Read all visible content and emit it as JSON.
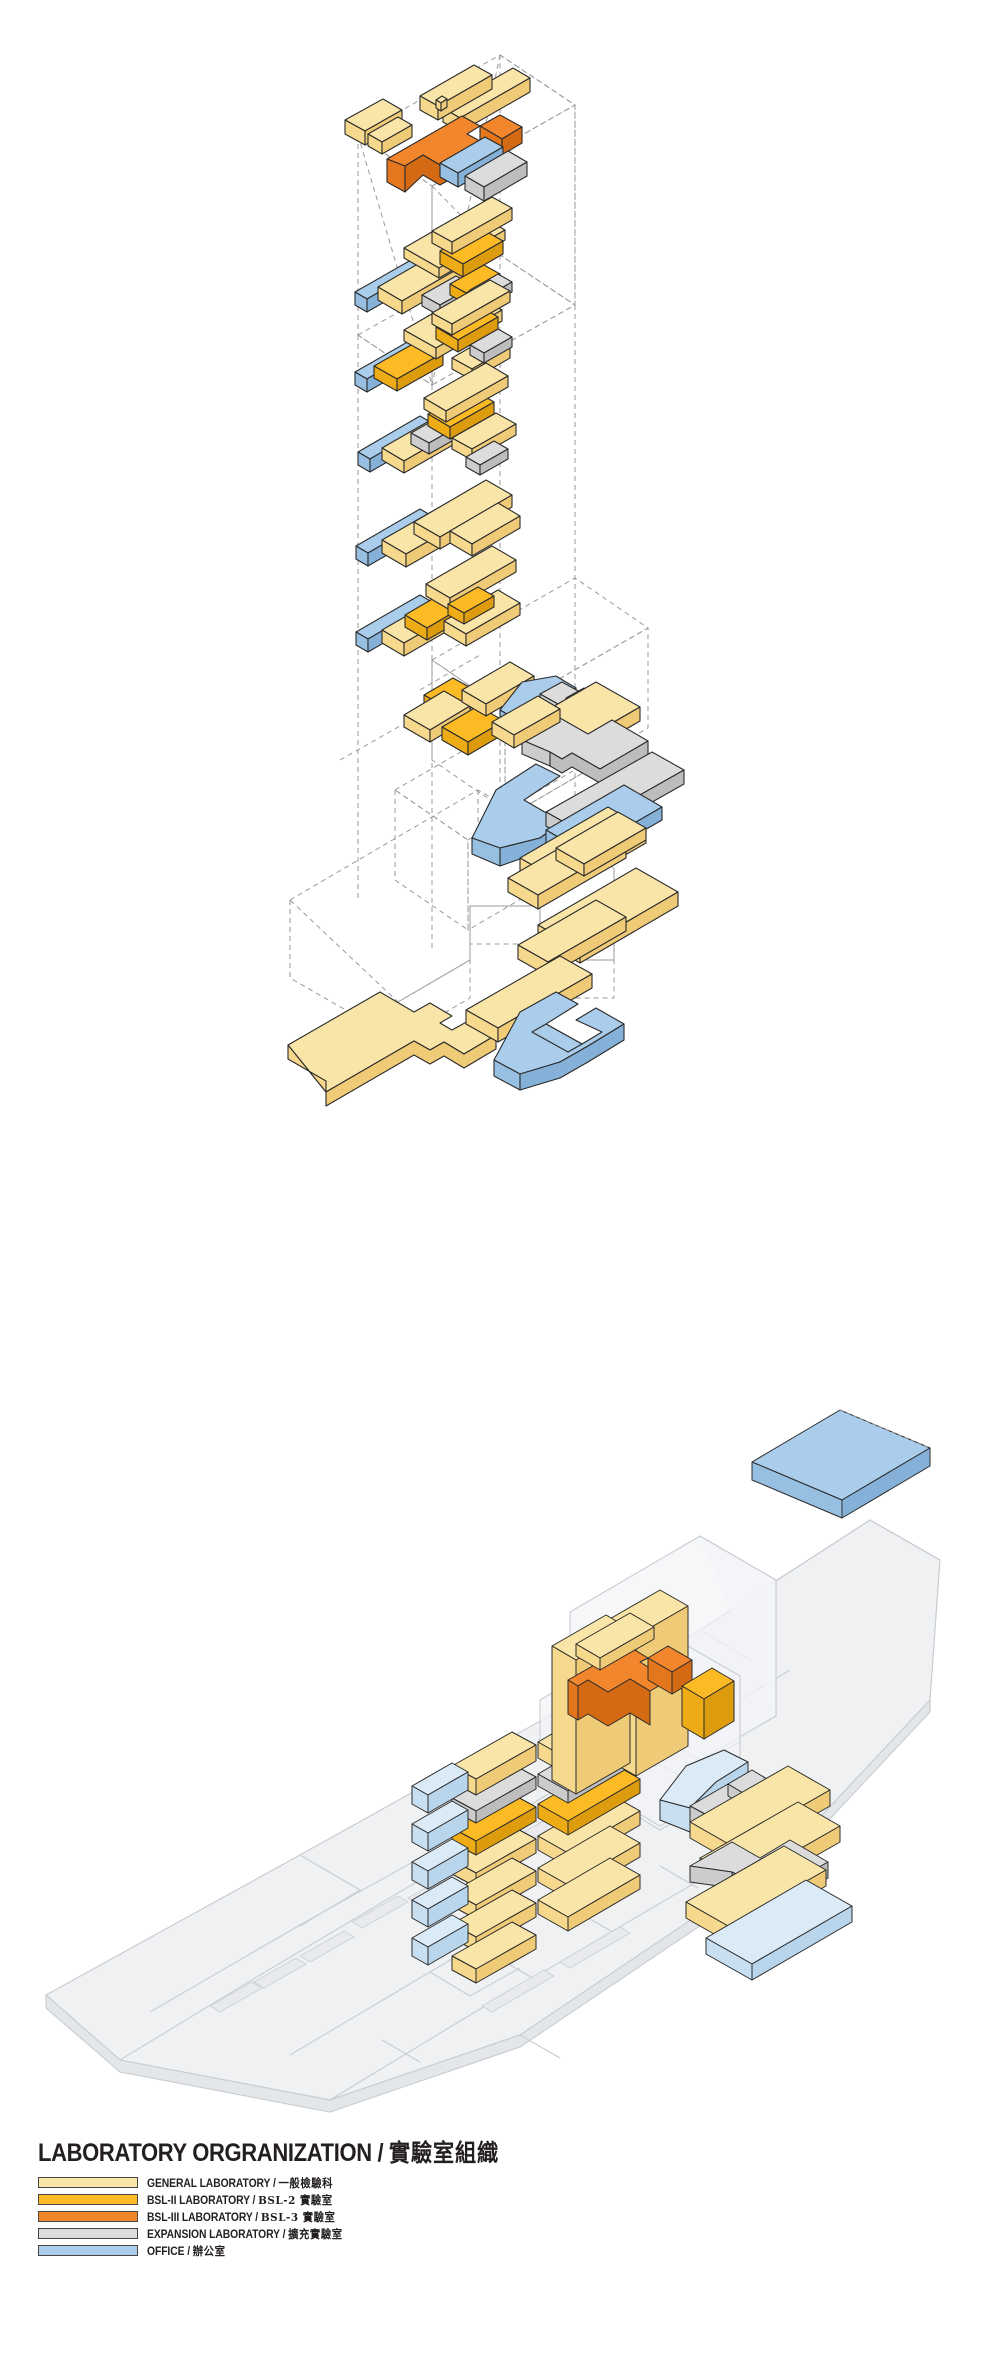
{
  "figure": {
    "kind": "architectural-axonometric-program-diagram",
    "background_color": "#ffffff",
    "outline_color": "#2b2b2b",
    "dashed_guide_color": "#9a9a9a",
    "site_line_color": "#c9ccd1",
    "site_fill_color": "#eceef0"
  },
  "legend": {
    "title_en": "LABORATORY ORGRANIZATION",
    "title_sep": " / ",
    "title_zh": "實驗室組織",
    "items": [
      {
        "key": "general",
        "color": "#fae5a8",
        "label_en": "GENERAL LABORATORY",
        "sep": " / ",
        "label_zh": "一般檢驗科"
      },
      {
        "key": "bsl2",
        "color": "#fcbb25",
        "label_en": "BSL-II LABORATORY",
        "sep": " / ",
        "label_zh": "BSL-2 實驗室"
      },
      {
        "key": "bsl3",
        "color": "#f2862c",
        "label_en": "BSL-III LABORATORY",
        "sep": " / ",
        "label_zh": "BSL-3 實驗室"
      },
      {
        "key": "expansion",
        "color": "#dcdcdc",
        "label_en": "EXPANSION LABORATORY",
        "sep": " / ",
        "label_zh": "擴充實驗室"
      },
      {
        "key": "office",
        "color": "#a9cdeb",
        "label_en": "OFFICE",
        "sep": " / ",
        "label_zh": "辦公室"
      }
    ]
  },
  "palette": {
    "general_top": "#fae5a8",
    "general_left": "#f6d98d",
    "general_right": "#efcb78",
    "bsl2_top": "#fcbb25",
    "bsl2_left": "#edab16",
    "bsl2_right": "#dd9c0e",
    "bsl3_top": "#f2862c",
    "bsl3_left": "#e4761d",
    "bsl3_right": "#d46a14",
    "expansion_top": "#dcdcdc",
    "expansion_left": "#cccccc",
    "expansion_right": "#bdbdbd",
    "office_top": "#a9cdeb",
    "office_left": "#96bfe2",
    "office_right": "#85b1d8",
    "ghost_general": "#faeec9",
    "ghost_office": "#dbeaf7",
    "ghost_gray": "#e3e3e3",
    "stroke": "#2b2b2b"
  },
  "exploded_view": {
    "description": "Exploded axonometric of a laboratory tower: program volumes separated floor by floor and drawn above a dashed projection envelope.",
    "level_count": 13,
    "levels": [
      {
        "index": 1,
        "name": "roof-bsl3-level",
        "programs": [
          "general",
          "bsl3",
          "general"
        ],
        "note": "large BSL-III mass with flanking general lab bars"
      },
      {
        "index": 2,
        "name": "office-expansion-level",
        "programs": [
          "office",
          "expansion"
        ]
      },
      {
        "index": 3,
        "name": "upper-lab-level-a",
        "programs": [
          "office",
          "general",
          "expansion",
          "bsl2",
          "general"
        ]
      },
      {
        "index": 4,
        "name": "upper-lab-level-b",
        "programs": [
          "office",
          "general",
          "expansion",
          "bsl2",
          "general"
        ]
      },
      {
        "index": 5,
        "name": "mid-lab-level-a",
        "programs": [
          "office",
          "general",
          "expansion",
          "bsl2",
          "general"
        ]
      },
      {
        "index": 6,
        "name": "mid-lab-level-b",
        "programs": [
          "office",
          "general",
          "general"
        ]
      },
      {
        "index": 7,
        "name": "mid-lab-level-c",
        "programs": [
          "office",
          "general",
          "bsl2",
          "general"
        ]
      },
      {
        "index": 8,
        "name": "podium-level-a",
        "programs": [
          "general",
          "bsl2",
          "office",
          "expansion",
          "general"
        ]
      },
      {
        "index": 9,
        "name": "podium-level-b",
        "programs": [
          "office",
          "expansion",
          "general"
        ]
      },
      {
        "index": 10,
        "name": "ground-level",
        "programs": [
          "general",
          "office",
          "general"
        ]
      }
    ]
  },
  "site_view": {
    "description": "Assembled massing shown seated on a light-grey site plan with roads and plaza paving.",
    "shows_site_plan": true,
    "shows_assembled_stack": true
  }
}
